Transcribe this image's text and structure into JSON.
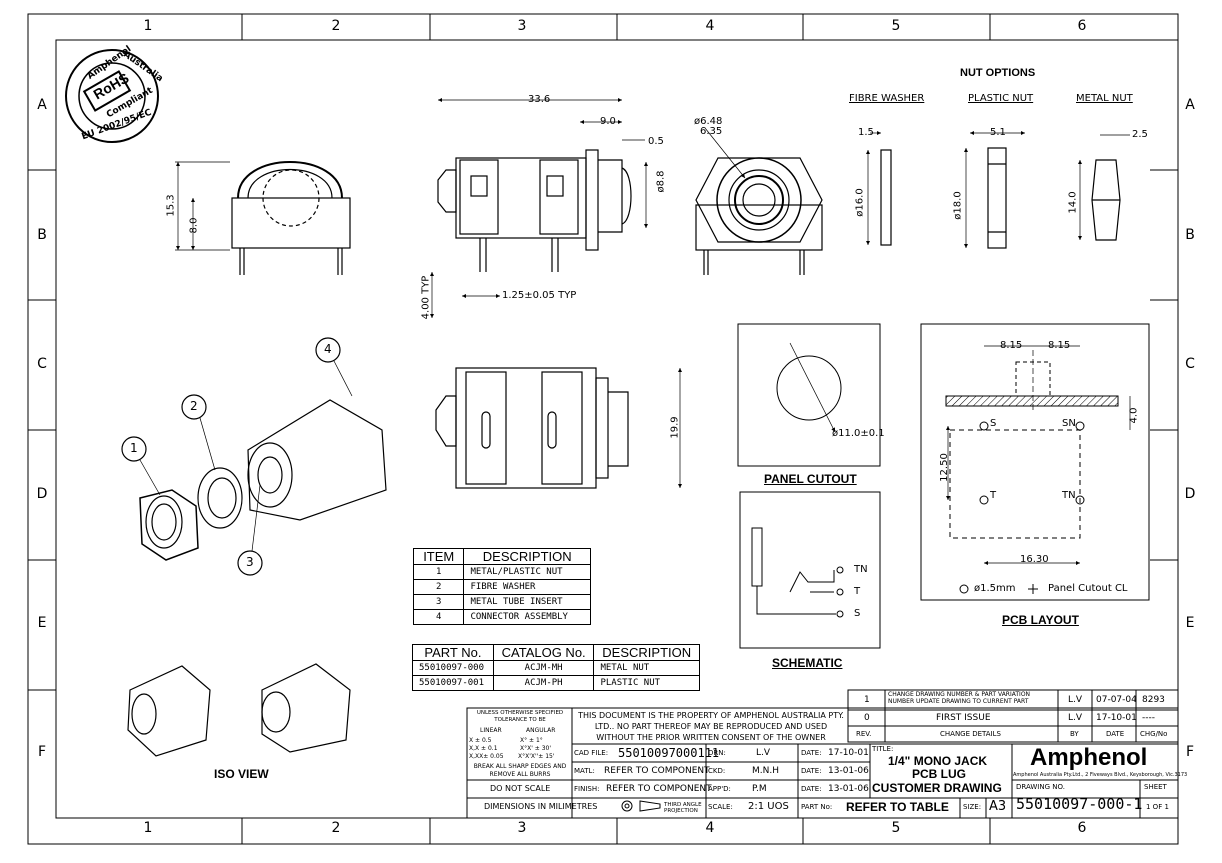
{
  "grid": {
    "columns": [
      "1",
      "2",
      "3",
      "4",
      "5",
      "6"
    ],
    "rows": [
      "A",
      "B",
      "C",
      "D",
      "E",
      "F"
    ]
  },
  "rohs": {
    "brand": "Amphenol",
    "region": "Australia",
    "mark": "RoHS",
    "status": "Compliant",
    "directive": "EU 2002/95/EC"
  },
  "nut_options": {
    "title": "NUT OPTIONS",
    "fibre_washer": {
      "label": "FIBRE WASHER",
      "thickness": "1.5",
      "diameter": "ø16.0"
    },
    "plastic_nut": {
      "label": "PLASTIC NUT",
      "thickness": "5.1",
      "diameter": "ø18.0"
    },
    "metal_nut": {
      "label": "METAL NUT",
      "thickness": "2.5",
      "across_flats": "14.0"
    }
  },
  "dims": {
    "front_height": "15.3",
    "front_center": "8.0",
    "length": "33.6",
    "thread_length": "9.0",
    "flange": "0.5",
    "thread_dia": "ø8.8",
    "hole_outer": "ø6.48",
    "hole_inner": "6.35",
    "pin_length": "4.00 TYP",
    "pin_width": "1.25±0.05 TYP",
    "body_width": "19.9"
  },
  "panel_cutout": {
    "title": "PANEL CUTOUT",
    "diameter": "ø11.0±0.1"
  },
  "schematic": {
    "title": "SCHEMATIC",
    "pins": [
      "TN",
      "T",
      "S"
    ]
  },
  "pcb_layout": {
    "title": "PCB LAYOUT",
    "pitch_left": "8.15",
    "pitch_right": "8.15",
    "slot_height": "4.0",
    "vertical_pitch": "12.50",
    "horizontal_pitch": "16.30",
    "pad_labels": [
      "S",
      "SN",
      "T",
      "TN"
    ],
    "legend_hole": "ø1.5mm",
    "legend_cl": "Panel Cutout CL"
  },
  "iso": {
    "callouts": [
      "1",
      "2",
      "3",
      "4"
    ],
    "title": "ISO VIEW"
  },
  "items_table": {
    "headers": [
      "ITEM",
      "DESCRIPTION"
    ],
    "rows": [
      [
        "1",
        "METAL/PLASTIC NUT"
      ],
      [
        "2",
        "FIBRE WASHER"
      ],
      [
        "3",
        "METAL TUBE INSERT"
      ],
      [
        "4",
        "CONNECTOR ASSEMBLY"
      ]
    ]
  },
  "parts_table": {
    "headers": [
      "PART No.",
      "CATALOG No.",
      "DESCRIPTION"
    ],
    "rows": [
      [
        "55010097-000",
        "ACJM-MH",
        "METAL NUT"
      ],
      [
        "55010097-001",
        "ACJM-PH",
        "PLASTIC NUT"
      ]
    ]
  },
  "revisions": {
    "rows": [
      {
        "rev": "1",
        "details": "CHANGE DRAWING NUMBER & PART VARIATION NUMBER UPDATE DRAWING TO CURRENT PART",
        "by": "L.V",
        "date": "07-07-04",
        "chg": "8293"
      },
      {
        "rev": "0",
        "details": "FIRST ISSUE",
        "by": "L.V",
        "date": "17-10-01",
        "chg": "----"
      }
    ],
    "headers": [
      "REV.",
      "CHANGE DETAILS",
      "BY",
      "DATE",
      "CHG/No"
    ]
  },
  "title_block": {
    "tolerance_title": "UNLESS OTHERWISE SPECIFIED TOLERANCE TO BE",
    "linear": "LINEAR",
    "angular": "ANGULAR",
    "tol_x": "X ±   0.5",
    "tol_xx": "X,X ±  0.1",
    "tol_xxx": "X,XX±  0.05",
    "ang_1": "X° ±   1°",
    "ang_2": "X°X' ±  30'",
    "ang_3": "X°X'X''±  15'",
    "edges": "BREAK ALL SHARP EDGES AND REMOVE ALL BURRS",
    "no_scale": "DO NOT SCALE",
    "dims_unit": "DIMENSIONS IN MILIMETRES",
    "projection": "THIRD ANGLE PROJECTION",
    "property": "THIS DOCUMENT IS THE PROPERTY OF AMPHENOL AUSTRALIA PTY. LTD.. NO PART THEREOF MAY BE REPRODUCED AND USED WITHOUT THE PRIOR WRITTEN CONSENT OF THE OWNER",
    "cad_file_label": "CAD FILE:",
    "cad_file": "55010097000111",
    "matl_label": "MATL:",
    "matl": "REFER TO COMPONENT",
    "finish_label": "FINISH:",
    "finish": "REFER TO COMPONENT",
    "drn_label": "DRN:",
    "drn": "L.V",
    "ckd_label": "CKD:",
    "ckd": "M.N.H",
    "appd_label": "APP'D:",
    "appd": "P.M",
    "scale_label": "SCALE:",
    "scale": "2:1 UOS",
    "date_label": "DATE:",
    "date_drn": "17-10-01",
    "date_ckd": "13-01-06",
    "date_appd": "13-01-06",
    "part_no_label": "PART No:",
    "part_no": "REFER TO TABLE",
    "title_label": "TITLE:",
    "title_1": "1/4\" MONO JACK",
    "title_2": "PCB LUG",
    "title_3": "CUSTOMER DRAWING",
    "size_label": "SIZE:",
    "size": "A3",
    "company": "Amphenol",
    "address": "Amphenol Australia Pty.Ltd., 2 Fiveways Blvd., Keysborough, Vic.3173",
    "drawing_no_label": "DRAWING NO.",
    "drawing_no": "55010097-000-1",
    "sheet_label": "SHEET",
    "sheet": "1 OF 1"
  }
}
